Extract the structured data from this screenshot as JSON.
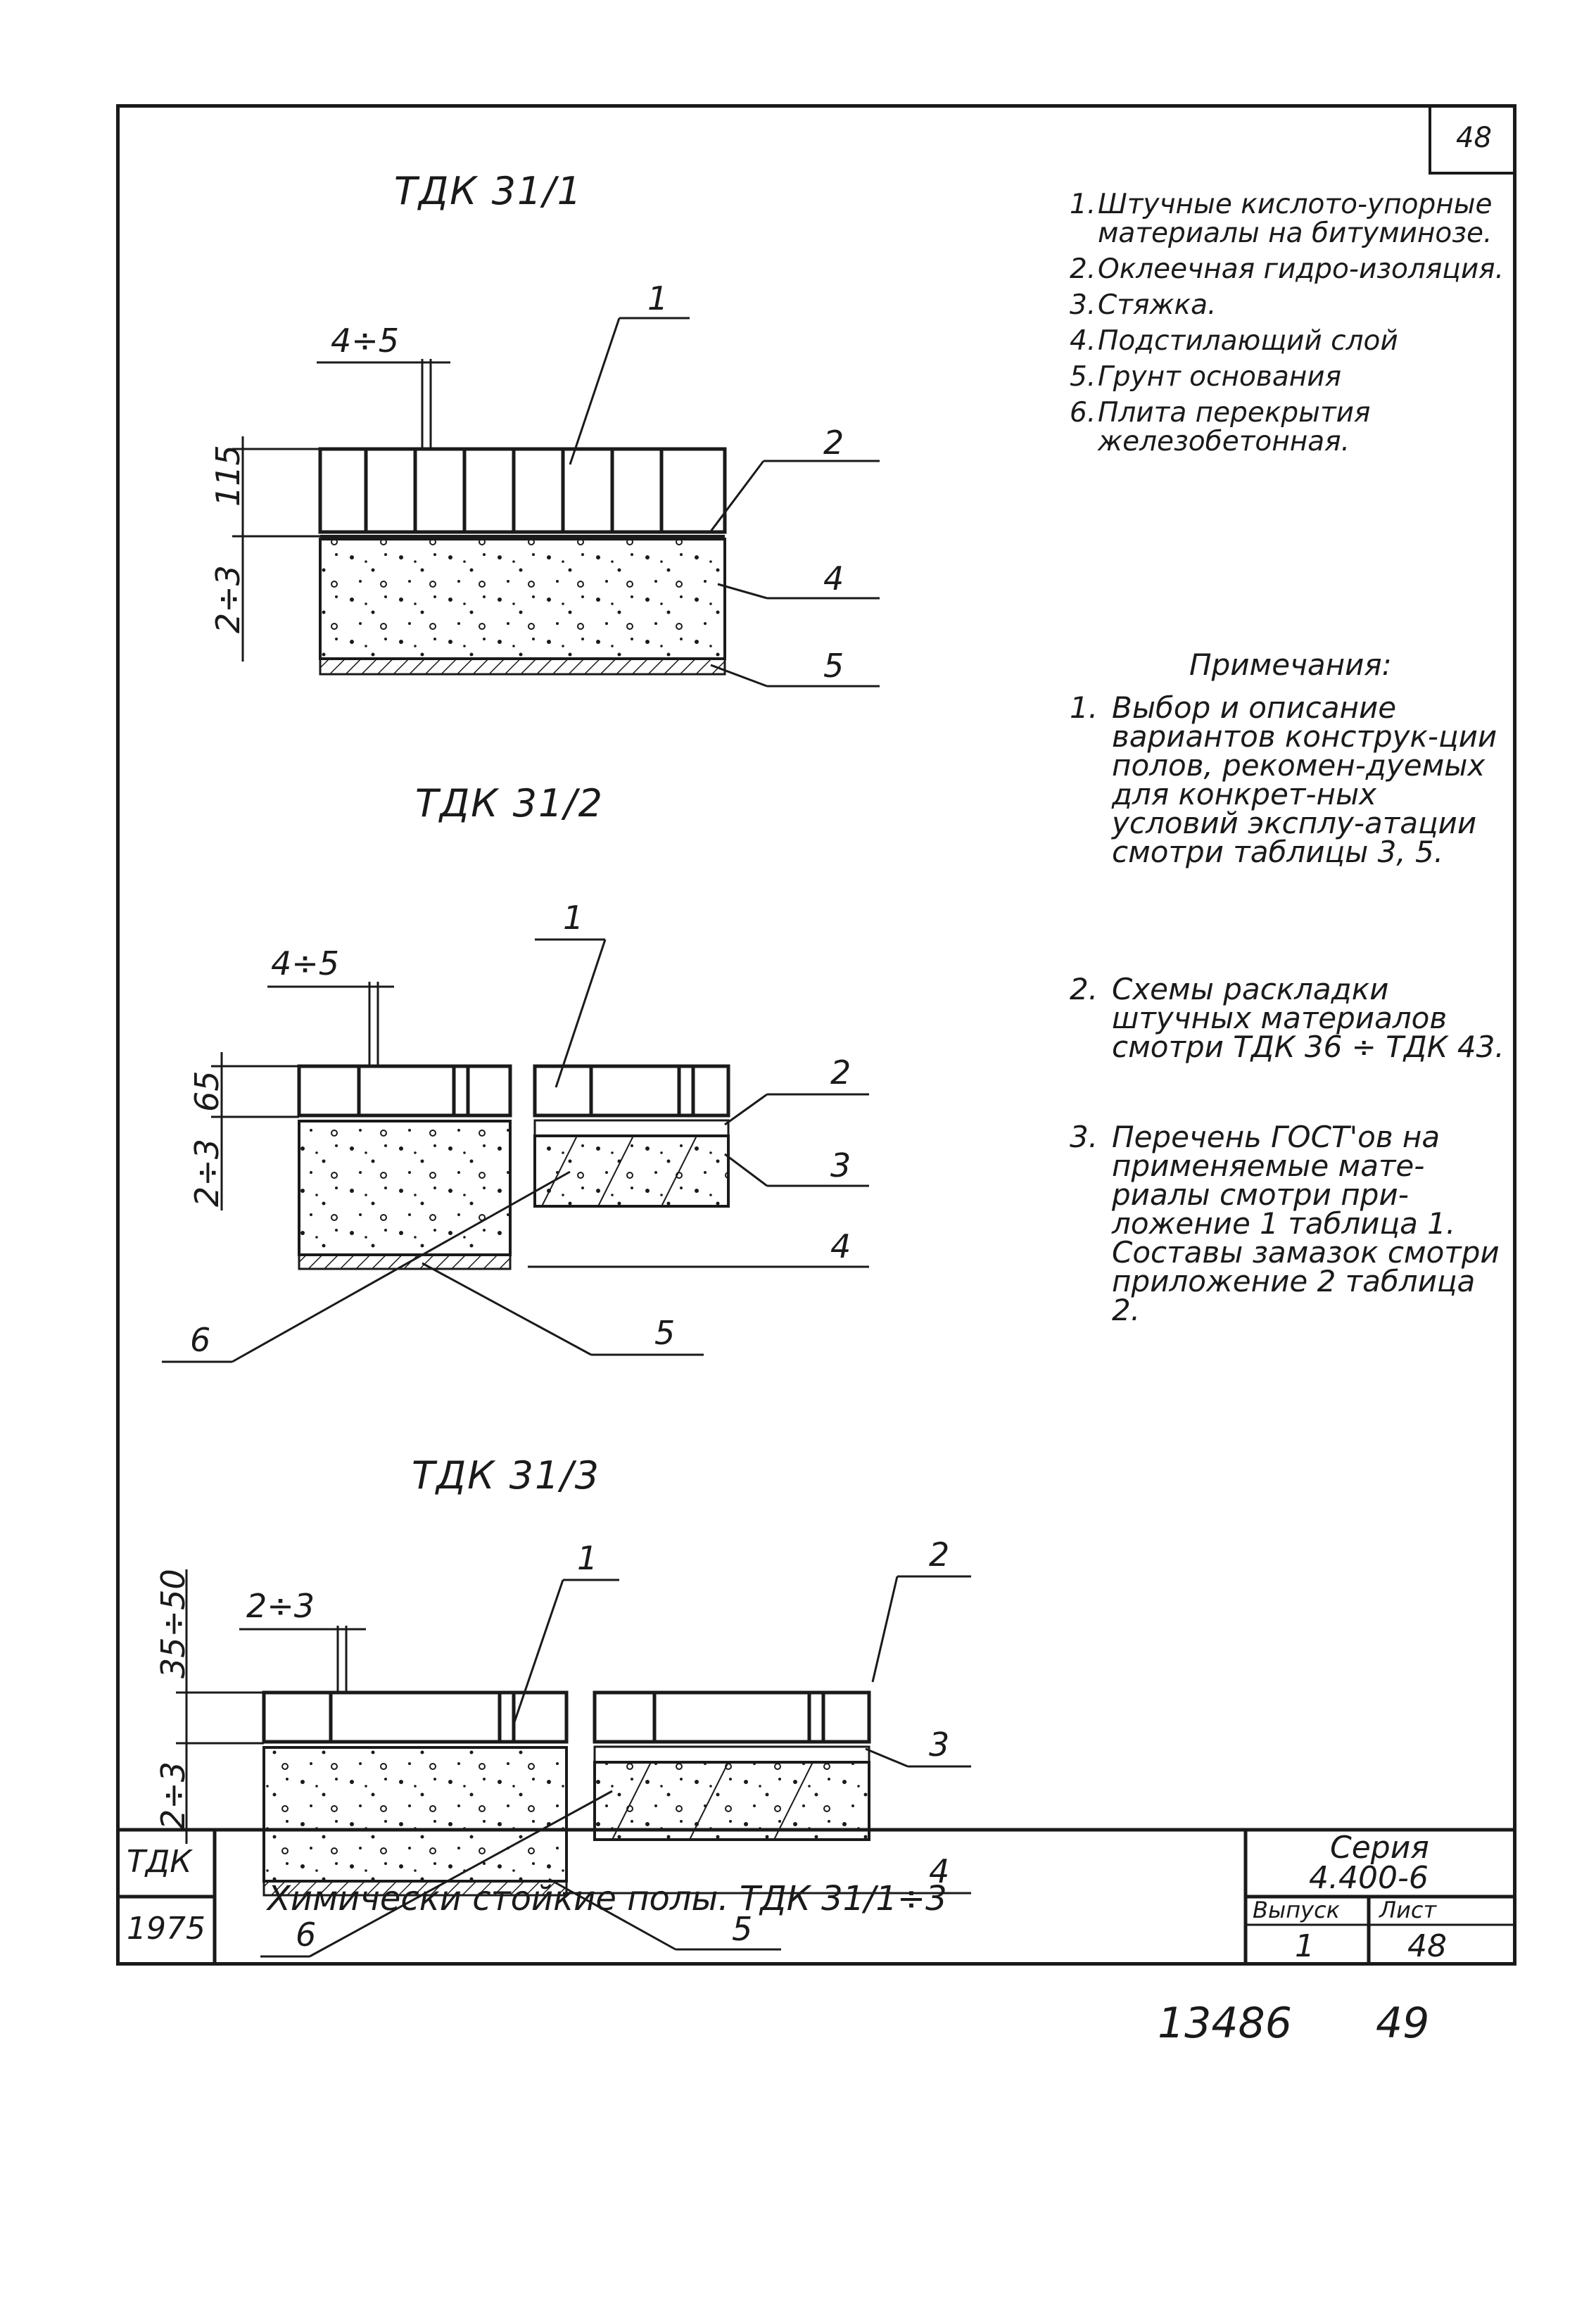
{
  "sheet_number": "48",
  "details": [
    {
      "title": "ТДК 31/1",
      "dim_joint": "4÷5",
      "dim_thickness": "115",
      "dim_bed": "2÷3",
      "labels": [
        "1",
        "2",
        "4",
        "5"
      ]
    },
    {
      "title": "ТДК 31/2",
      "dim_joint": "4÷5",
      "dim_thickness": "65",
      "dim_bed": "2÷3",
      "labels": [
        "1",
        "2",
        "3",
        "4",
        "5",
        "6"
      ]
    },
    {
      "title": "ТДК 31/3",
      "dim_joint": "2÷3",
      "dim_thickness": "35÷50",
      "dim_bed": "2÷3",
      "labels": [
        "1",
        "2",
        "3",
        "4",
        "5",
        "6"
      ]
    }
  ],
  "legend": [
    {
      "num": "1.",
      "text": "Штучные кислото-упорные материалы на битуминозе."
    },
    {
      "num": "2.",
      "text": "Оклеечная гидро-изоляция."
    },
    {
      "num": "3.",
      "text": "Стяжка."
    },
    {
      "num": "4.",
      "text": "Подстилающий слой"
    },
    {
      "num": "5.",
      "text": "Грунт основания"
    },
    {
      "num": "6.",
      "text": "Плита перекрытия железобетонная."
    }
  ],
  "notes_title": "Примечания:",
  "notes": [
    {
      "num": "1.",
      "text": "Выбор и описание вариантов конструк-ции полов, рекомен-дуемых для конкрет-ных условий эксплу-атации смотри таблицы 3, 5."
    },
    {
      "num": "2.",
      "text": "Схемы раскладки штучных материалов смотри ТДК 36 ÷ ТДК 43."
    },
    {
      "num": "3.",
      "text": "Перечень ГОСТ'ов на применяемые мате-риалы смотри при-ложение 1 таблица 1. Составы замазок смотри приложение 2 таблица 2."
    }
  ],
  "title_block": {
    "org": "ТДК",
    "year": "1975",
    "title": "Химически стойкие полы. ТДК 31/1÷3",
    "series_label": "Серия",
    "series_value": "4.400-6",
    "issue_label": "Выпуск",
    "issue_value": "1",
    "sheet_label": "Лист",
    "sheet_value": "48"
  },
  "footer": {
    "code": "13486",
    "page": "49"
  }
}
